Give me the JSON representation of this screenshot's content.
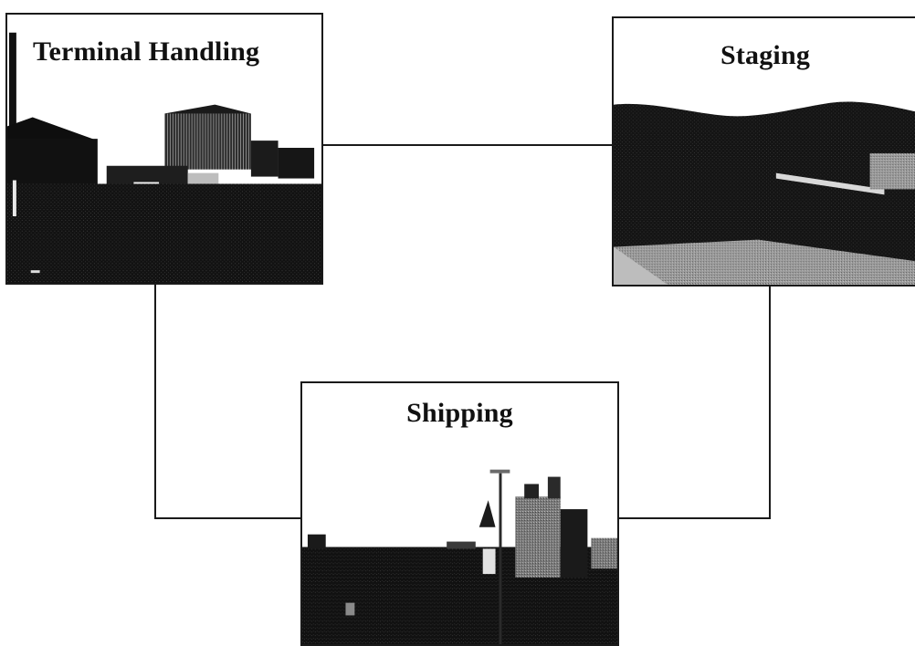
{
  "diagram": {
    "nodes": [
      {
        "id": "terminal",
        "label": "Terminal Handling",
        "image": "industrial-terminal-photo"
      },
      {
        "id": "staging",
        "label": "Staging",
        "image": "hillside-staging-area-photo"
      },
      {
        "id": "shipping",
        "label": "Shipping",
        "image": "harbor-ship-photo"
      }
    ],
    "edges": [
      {
        "from": "terminal",
        "to": "staging"
      },
      {
        "from": "staging",
        "to": "shipping"
      },
      {
        "from": "terminal",
        "to": "shipping"
      }
    ]
  },
  "colors": {
    "line": "#1a1a1a",
    "photo_dark": "#0e0e0e",
    "photo_mid": "#2a2a2a",
    "photo_light": "#9a9a9a"
  }
}
